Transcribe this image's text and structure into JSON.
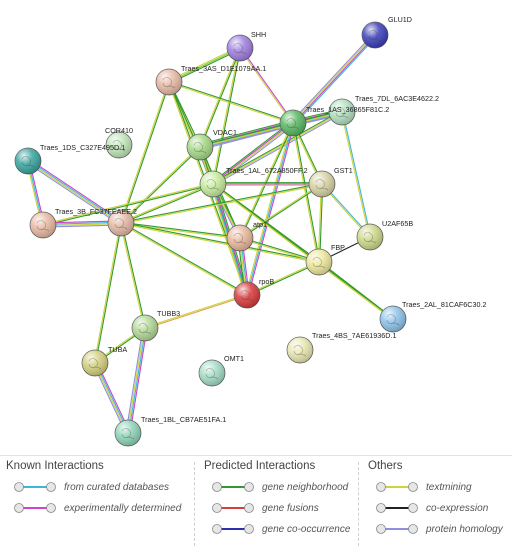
{
  "nodes": [
    {
      "id": "SHH",
      "label": "SHH",
      "color": "#9f7fe0"
    },
    {
      "id": "GLU1D",
      "label": "GLU1D",
      "color": "#3b3fb8"
    },
    {
      "id": "T3AS",
      "label": "Traes_3AS_D1E1079AA.1",
      "color": "#e7b9a5"
    },
    {
      "id": "T7DL",
      "label": "Traes_7DL_6AC3E4622.2",
      "color": "#b3e0c0"
    },
    {
      "id": "T1AS",
      "label": "Traes_1AS_36865F81C.2",
      "color": "#58b862"
    },
    {
      "id": "COR410",
      "label": "COR410",
      "color": "#bfe6b8"
    },
    {
      "id": "VDAC1",
      "label": "VDAC1",
      "color": "#a5d886"
    },
    {
      "id": "T1DS",
      "label": "Traes_1DS_C327E495D.1",
      "color": "#3aa5a0"
    },
    {
      "id": "T1AL",
      "label": "Traes_1AL_672A850FF.2",
      "color": "#c6ea9c"
    },
    {
      "id": "GST1",
      "label": "GST1",
      "color": "#d7d2a5"
    },
    {
      "id": "LEFT",
      "label": "",
      "color": "#e8b8a2"
    },
    {
      "id": "T3B",
      "label": "Traes_3B_FC37FEAEE.2",
      "color": "#e3b8a5"
    },
    {
      "id": "U2AF65B",
      "label": "U2AF65B",
      "color": "#cdd889"
    },
    {
      "id": "atp1",
      "label": "atp1",
      "color": "#e8b89c"
    },
    {
      "id": "FBP",
      "label": "FBP",
      "color": "#ece79a"
    },
    {
      "id": "rpoB",
      "label": "rpoB",
      "color": "#d93c3c"
    },
    {
      "id": "T2AL",
      "label": "Traes_2AL_81CAF6C30.2",
      "color": "#8ec3ea"
    },
    {
      "id": "TUBB3",
      "label": "TUBB3",
      "color": "#b2d896"
    },
    {
      "id": "T4BS",
      "label": "Traes_4BS_7AE61936D.1",
      "color": "#e8e7b0"
    },
    {
      "id": "TUBA",
      "label": "TUBA",
      "color": "#d2d07c"
    },
    {
      "id": "OMT1",
      "label": "OMT1",
      "color": "#a5dcc6"
    },
    {
      "id": "T1BL",
      "label": "Traes_1BL_CB7AE51FA.1",
      "color": "#8fd4b8"
    }
  ],
  "edges": [
    {
      "a": "SHH",
      "b": "T3AS",
      "colors": [
        "#2f9b2f",
        "#7fcf3a",
        "#cdd33a"
      ]
    },
    {
      "a": "SHH",
      "b": "VDAC1",
      "colors": [
        "#2f9b2f",
        "#cdd33a"
      ]
    },
    {
      "a": "SHH",
      "b": "T1AS",
      "colors": [
        "#cc44cc",
        "#cdd33a"
      ]
    },
    {
      "a": "SHH",
      "b": "T1AL",
      "colors": [
        "#2f9b2f",
        "#cdd33a"
      ]
    },
    {
      "a": "GLU1D",
      "b": "T1AS",
      "colors": [
        "#3fb8d8",
        "#cc44cc",
        "#cdd33a",
        "#8f8fdf"
      ]
    },
    {
      "a": "T3AS",
      "b": "VDAC1",
      "colors": [
        "#2f9b2f",
        "#cdd33a"
      ]
    },
    {
      "a": "T3AS",
      "b": "T1AS",
      "colors": [
        "#2f9b2f",
        "#cdd33a"
      ]
    },
    {
      "a": "T3AS",
      "b": "T1AL",
      "colors": [
        "#2f9b2f",
        "#cdd33a"
      ]
    },
    {
      "a": "T3AS",
      "b": "rpoB",
      "colors": [
        "#2f9b2f",
        "#cdd33a"
      ]
    },
    {
      "a": "T3AS",
      "b": "T3B",
      "colors": [
        "#2f9b2f",
        "#cdd33a"
      ]
    },
    {
      "a": "T1AS",
      "b": "T7DL",
      "colors": [
        "#2f9b2f",
        "#cc44cc",
        "#3fb8d8",
        "#cdd33a",
        "#8f8fdf"
      ]
    },
    {
      "a": "VDAC1",
      "b": "T1AS",
      "colors": [
        "#2f9b2f",
        "#cc44cc",
        "#3fb8d8",
        "#cdd33a",
        "#8f8fdf"
      ]
    },
    {
      "a": "VDAC1",
      "b": "T7DL",
      "colors": [
        "#2f9b2f",
        "#cdd33a",
        "#8f8fdf"
      ]
    },
    {
      "a": "T1AL",
      "b": "T1AS",
      "colors": [
        "#2f9b2f",
        "#cc44cc",
        "#cdd33a",
        "#8f8fdf"
      ]
    },
    {
      "a": "T1AL",
      "b": "T7DL",
      "colors": [
        "#2f9b2f",
        "#cdd33a",
        "#8f8fdf"
      ]
    },
    {
      "a": "T1AS",
      "b": "rpoB",
      "colors": [
        "#cc44cc",
        "#3fb8d8",
        "#cdd33a"
      ]
    },
    {
      "a": "T1AS",
      "b": "GST1",
      "colors": [
        "#2f9b2f",
        "#cdd33a"
      ]
    },
    {
      "a": "T1AS",
      "b": "FBP",
      "colors": [
        "#2f9b2f",
        "#cdd33a"
      ]
    },
    {
      "a": "T1AS",
      "b": "atp1",
      "colors": [
        "#2f9b2f",
        "#cdd33a"
      ]
    },
    {
      "a": "T7DL",
      "b": "U2AF65B",
      "colors": [
        "#3fb8d8",
        "#cdd33a"
      ]
    },
    {
      "a": "VDAC1",
      "b": "T1AL",
      "colors": [
        "#2f9b2f",
        "#cc44cc",
        "#cdd33a",
        "#8f8fdf"
      ]
    },
    {
      "a": "VDAC1",
      "b": "atp1",
      "colors": [
        "#2f9b2f",
        "#cdd33a"
      ]
    },
    {
      "a": "VDAC1",
      "b": "rpoB",
      "colors": [
        "#2f9b2f",
        "#cdd33a"
      ]
    },
    {
      "a": "VDAC1",
      "b": "T3B",
      "colors": [
        "#2f9b2f",
        "#cdd33a"
      ]
    },
    {
      "a": "T1AL",
      "b": "GST1",
      "colors": [
        "#2f9b2f",
        "#cc44cc",
        "#cdd33a"
      ]
    },
    {
      "a": "T1AL",
      "b": "atp1",
      "colors": [
        "#2f9b2f",
        "#cdd33a",
        "#8f8fdf"
      ]
    },
    {
      "a": "T1AL",
      "b": "rpoB",
      "colors": [
        "#2f9b2f",
        "#cc44cc",
        "#3fb8d8",
        "#cdd33a"
      ]
    },
    {
      "a": "T1AL",
      "b": "FBP",
      "colors": [
        "#2f9b2f",
        "#cdd33a"
      ]
    },
    {
      "a": "T1AL",
      "b": "T3B",
      "colors": [
        "#2f9b2f",
        "#cdd33a"
      ]
    },
    {
      "a": "T1AL",
      "b": "LEFT",
      "colors": [
        "#2f9b2f",
        "#cdd33a"
      ]
    },
    {
      "a": "T1DS",
      "b": "LEFT",
      "colors": [
        "#cc44cc",
        "#3fb8d8",
        "#cdd33a"
      ]
    },
    {
      "a": "T1DS",
      "b": "T3B",
      "colors": [
        "#cc44cc",
        "#3fb8d8",
        "#cdd33a",
        "#8f8fdf"
      ]
    },
    {
      "a": "LEFT",
      "b": "T3B",
      "colors": [
        "#cc44cc",
        "#3fb8d8",
        "#cdd33a",
        "#8f8fdf"
      ]
    },
    {
      "a": "T3B",
      "b": "atp1",
      "colors": [
        "#2f9b2f",
        "#cdd33a"
      ]
    },
    {
      "a": "T3B",
      "b": "rpoB",
      "colors": [
        "#2f9b2f",
        "#cdd33a"
      ]
    },
    {
      "a": "T3B",
      "b": "FBP",
      "colors": [
        "#2f9b2f",
        "#cdd33a"
      ]
    },
    {
      "a": "T3B",
      "b": "GST1",
      "colors": [
        "#2f9b2f",
        "#cdd33a"
      ]
    },
    {
      "a": "T3B",
      "b": "TUBB3",
      "colors": [
        "#2f9b2f",
        "#cdd33a"
      ]
    },
    {
      "a": "T3B",
      "b": "TUBA",
      "colors": [
        "#2f9b2f",
        "#cdd33a"
      ]
    },
    {
      "a": "GST1",
      "b": "atp1",
      "colors": [
        "#2f9b2f",
        "#cdd33a"
      ]
    },
    {
      "a": "GST1",
      "b": "FBP",
      "colors": [
        "#2f9b2f",
        "#cdd33a"
      ]
    },
    {
      "a": "GST1",
      "b": "U2AF65B",
      "colors": [
        "#3fb8d8",
        "#cdd33a"
      ]
    },
    {
      "a": "atp1",
      "b": "rpoB",
      "colors": [
        "#cc44cc",
        "#3fb8d8",
        "#cdd33a",
        "#2f9b2f"
      ]
    },
    {
      "a": "atp1",
      "b": "FBP",
      "colors": [
        "#2f9b2f",
        "#cdd33a"
      ]
    },
    {
      "a": "FBP",
      "b": "rpoB",
      "colors": [
        "#2f9b2f",
        "#cdd33a"
      ]
    },
    {
      "a": "FBP",
      "b": "U2AF65B",
      "colors": [
        "#222222"
      ]
    },
    {
      "a": "FBP",
      "b": "T2AL",
      "colors": [
        "#2f9b2f",
        "#cdd33a"
      ]
    },
    {
      "a": "T1AL",
      "b": "T2AL",
      "colors": [
        "#2f9b2f",
        "#cdd33a"
      ]
    },
    {
      "a": "rpoB",
      "b": "TUBB3",
      "colors": [
        "#e0a14a",
        "#cdd33a"
      ]
    },
    {
      "a": "TUBB3",
      "b": "TUBA",
      "colors": [
        "#2f9b2f",
        "#cdd33a"
      ]
    },
    {
      "a": "TUBB3",
      "b": "T1BL",
      "colors": [
        "#cc44cc",
        "#3fb8d8",
        "#cdd33a",
        "#8f8fdf"
      ]
    },
    {
      "a": "TUBA",
      "b": "T1BL",
      "colors": [
        "#cc44cc",
        "#3fb8d8",
        "#cdd33a",
        "#8f8fdf"
      ]
    }
  ],
  "legend": {
    "known": {
      "title": "Known Interactions",
      "items": [
        {
          "label": "from curated databases",
          "color": "#3fb8d8"
        },
        {
          "label": "experimentally determined",
          "color": "#cc44cc"
        }
      ]
    },
    "predicted": {
      "title": "Predicted Interactions",
      "items": [
        {
          "label": "gene neighborhood",
          "color": "#2f9b2f"
        },
        {
          "label": "gene fusions",
          "color": "#d93c3c"
        },
        {
          "label": "gene co-occurrence",
          "color": "#2b2fb0"
        }
      ]
    },
    "others": {
      "title": "Others",
      "items": [
        {
          "label": "textmining",
          "color": "#cdd33a"
        },
        {
          "label": "co-expression",
          "color": "#222222"
        },
        {
          "label": "protein homology",
          "color": "#8f8fdf"
        }
      ]
    }
  }
}
